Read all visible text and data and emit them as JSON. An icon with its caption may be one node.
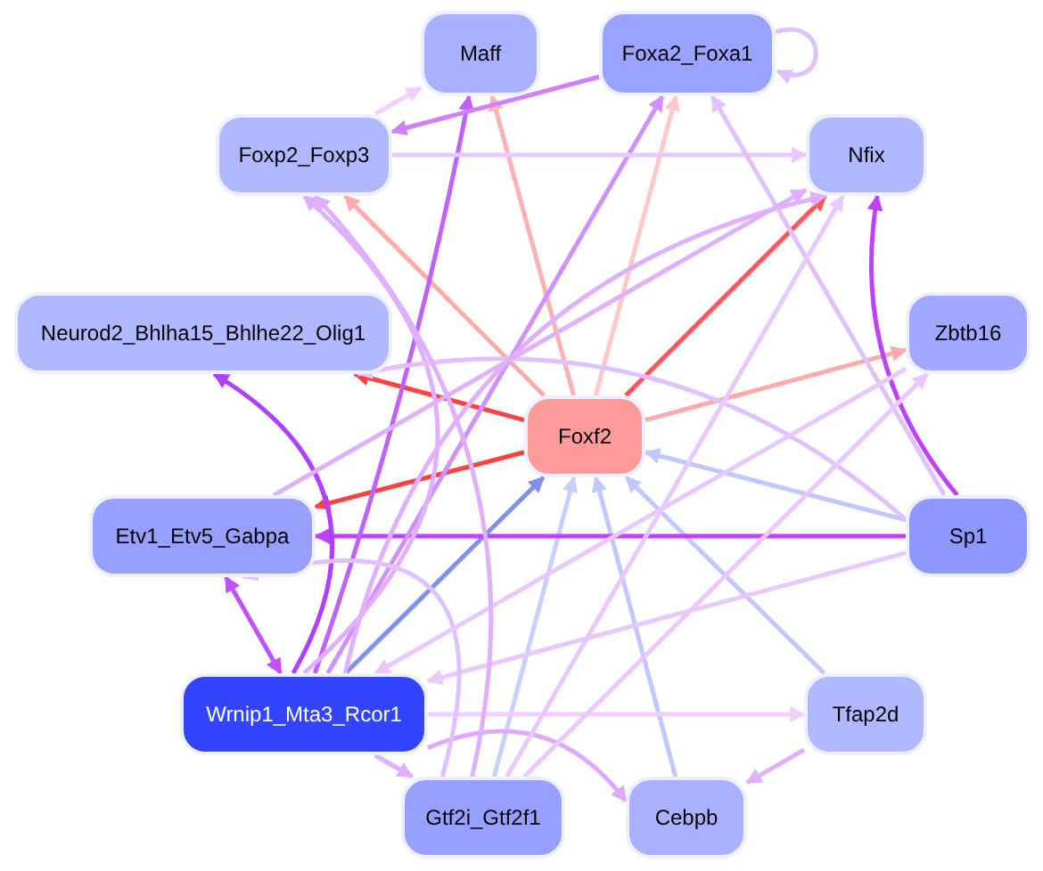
{
  "diagram": {
    "nodes": [
      {
        "text": [
          "Maff"
        ]
      },
      {
        "text": [
          "Foxa2_Foxa1"
        ]
      },
      {
        "text": [
          "Foxp2_Foxp3"
        ]
      },
      {
        "text": [
          "Nfix"
        ]
      },
      {
        "text": [
          "Neurod2_Bhlha15_Bhlhe22_Olig1"
        ]
      },
      {
        "text": [
          "Zbtb16"
        ]
      },
      {
        "text": [
          "Foxf2"
        ]
      },
      {
        "text": [
          "Etv1_Etv5_Gabpa"
        ]
      },
      {
        "text": [
          "Sp1"
        ]
      },
      {
        "text": [
          "Wrnip1_Mta3_Rcor1"
        ]
      },
      {
        "text": [
          "Tfap2d"
        ]
      },
      {
        "text": [
          "Gtf2i_Gtf2f1"
        ]
      },
      {
        "text": [
          "Cebpb"
        ]
      }
    ],
    "edges": [
      {
        "from": 6,
        "to": 4,
        "arrow": "to",
        "color": "#ff4040"
      },
      {
        "from": 6,
        "to": 7,
        "arrow": "to",
        "color": "#ff4040"
      },
      {
        "from": 6,
        "to": 3,
        "arrow": "to",
        "color": "#ff5555"
      },
      {
        "from": 6,
        "to": 2,
        "arrow": "to",
        "color": "#ffaaaa"
      },
      {
        "from": 6,
        "to": 0,
        "arrow": "to",
        "color": "#ffb0b0"
      },
      {
        "from": 6,
        "to": 1,
        "arrow": "to",
        "color": "#ffc8c8"
      },
      {
        "from": 6,
        "to": 5,
        "arrow": "to",
        "color": "#ffaaaa"
      },
      {
        "from": 9,
        "to": 6,
        "arrow": "to",
        "color": "#8090f0"
      },
      {
        "from": 8,
        "to": 6,
        "arrow": "to",
        "color": "#c0c8ff"
      },
      {
        "from": 11,
        "to": 6,
        "arrow": "to",
        "color": "#c8d0ff"
      },
      {
        "from": 12,
        "to": 6,
        "arrow": "to",
        "color": "#c0c8ff"
      },
      {
        "from": 10,
        "to": 6,
        "arrow": "to",
        "color": "#c0c8ff"
      },
      {
        "from": 8,
        "to": 7,
        "arrow": "to",
        "color": "#c040ff"
      },
      {
        "from": 8,
        "to": 3,
        "arrow": "to",
        "color": "#c040ff"
      },
      {
        "from": 9,
        "to": 4,
        "arrow": "to",
        "color": "#b040ff"
      },
      {
        "from": 9,
        "to": 7,
        "arrow": "both",
        "color": "#c050ff"
      },
      {
        "from": 9,
        "to": 0,
        "arrow": "to",
        "color": "#c060ff"
      },
      {
        "from": 9,
        "to": 1,
        "arrow": "to",
        "color": "#d090ff"
      },
      {
        "from": 9,
        "to": 2,
        "arrow": "to",
        "color": "#e0b0ff"
      },
      {
        "from": 9,
        "to": 3,
        "arrow": "to",
        "color": "#e0b0ff"
      },
      {
        "from": 9,
        "to": 10,
        "arrow": "to",
        "color": "#f0d0ff"
      },
      {
        "from": 9,
        "to": 12,
        "arrow": "to",
        "color": "#e0a8ff"
      },
      {
        "from": 9,
        "to": 11,
        "arrow": "to",
        "color": "#e0b0ff"
      },
      {
        "from": 1,
        "to": 1,
        "arrow": "to",
        "color": "#e0c0ff"
      },
      {
        "from": 1,
        "to": 2,
        "arrow": "to",
        "color": "#d080ff"
      },
      {
        "from": 2,
        "to": 0,
        "arrow": "to",
        "color": "#f0d0ff"
      },
      {
        "from": 2,
        "to": 3,
        "arrow": "to",
        "color": "#e8c8ff"
      },
      {
        "from": 8,
        "to": 4,
        "arrow": "to",
        "color": "#e0c0ff"
      },
      {
        "from": 8,
        "to": 1,
        "arrow": "to",
        "color": "#e0c0ff"
      },
      {
        "from": 8,
        "to": 9,
        "arrow": "to",
        "color": "#e8c8ff"
      },
      {
        "from": 11,
        "to": 7,
        "arrow": "to",
        "color": "#e0c0ff"
      },
      {
        "from": 11,
        "to": 5,
        "arrow": "to",
        "color": "#e8c8ff"
      },
      {
        "from": 11,
        "to": 3,
        "arrow": "to",
        "color": "#e8c8ff"
      },
      {
        "from": 5,
        "to": 9,
        "arrow": "to",
        "color": "#e8c8ff"
      },
      {
        "from": 10,
        "to": 12,
        "arrow": "to",
        "color": "#e0b0ff"
      },
      {
        "from": 7,
        "to": 3,
        "arrow": "to",
        "color": "#e0b0ff"
      },
      {
        "from": 11,
        "to": 2,
        "arrow": "to",
        "color": "#e0b0ff"
      }
    ]
  }
}
